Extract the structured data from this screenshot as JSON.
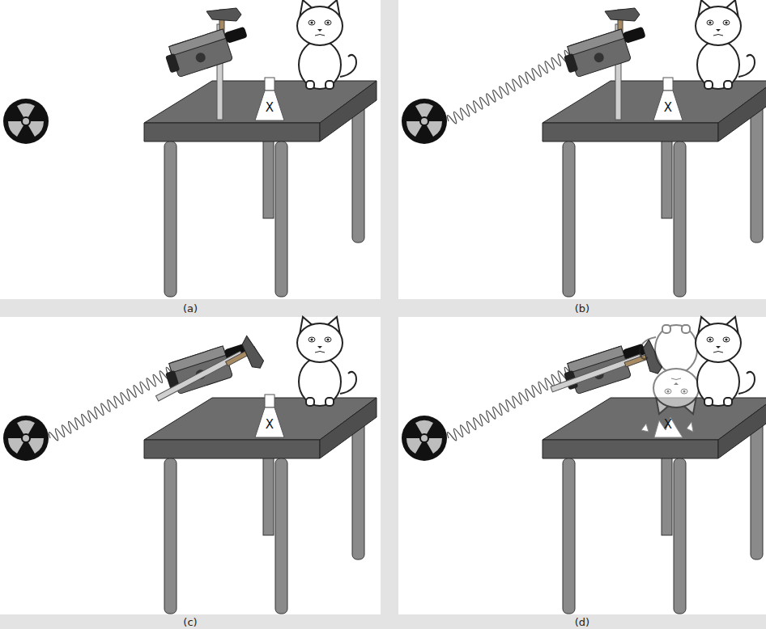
{
  "diagram": {
    "labels": [
      "(a)",
      "(b)",
      "(c)",
      "(d)",
      "X",
      "X",
      "X",
      "X"
    ]
  }
}
